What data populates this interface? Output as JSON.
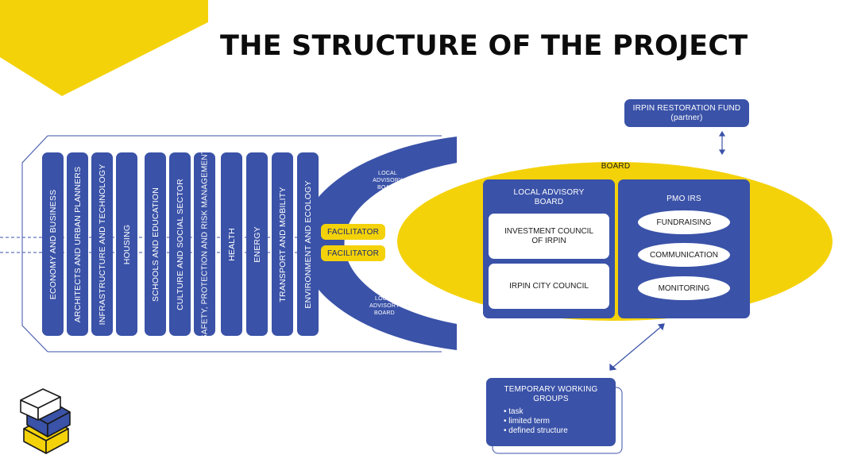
{
  "title": "THE STRUCTURE OF THE PROJECT",
  "colors": {
    "blue": "#3a52a8",
    "yellow": "#f4d20a",
    "white": "#ffffff"
  },
  "sectors": [
    "ECONOMY AND BUSINESS",
    "ARCHITECTS AND URBAN PLANNERS",
    "INFRASTRUCTURE AND TECHNOLOGY",
    "HOUSING",
    "SCHOOLS AND EDUCATION",
    "CULTURE AND SOCIAL SECTOR",
    "SAFETY, PROTECTION AND RISK MANAGEMENT",
    "HEALTH",
    "ENERGY",
    "TRANSPORT AND MOBILITY",
    "ENVIRONMENT AND ECOLOGY"
  ],
  "arc": {
    "top_label": "LOCAL ADVISORY BOARD",
    "bottom_label": "LOCAL ADVISORY BOARD",
    "facilitators": [
      "FACILITATOR",
      "FACILITATOR"
    ]
  },
  "fund": {
    "name": "IRPIN RESTORATION FUND",
    "role": "(partner)"
  },
  "board": {
    "label": "BOARD",
    "local_advisory_board": {
      "title": "LOCAL ADVISORY BOARD",
      "members": [
        "INVESTMENT COUNCIL OF IRPIN",
        "IRPIN CITY COUNCIL"
      ]
    },
    "pmo": {
      "title": "PMO IRS",
      "functions": [
        "FUNDRAISING",
        "COMMUNICATION",
        "MONITORING"
      ]
    }
  },
  "working_groups": {
    "title": "TEMPORARY WORKING GROUPS",
    "properties": [
      "task",
      "limited term",
      "defined structure"
    ]
  }
}
